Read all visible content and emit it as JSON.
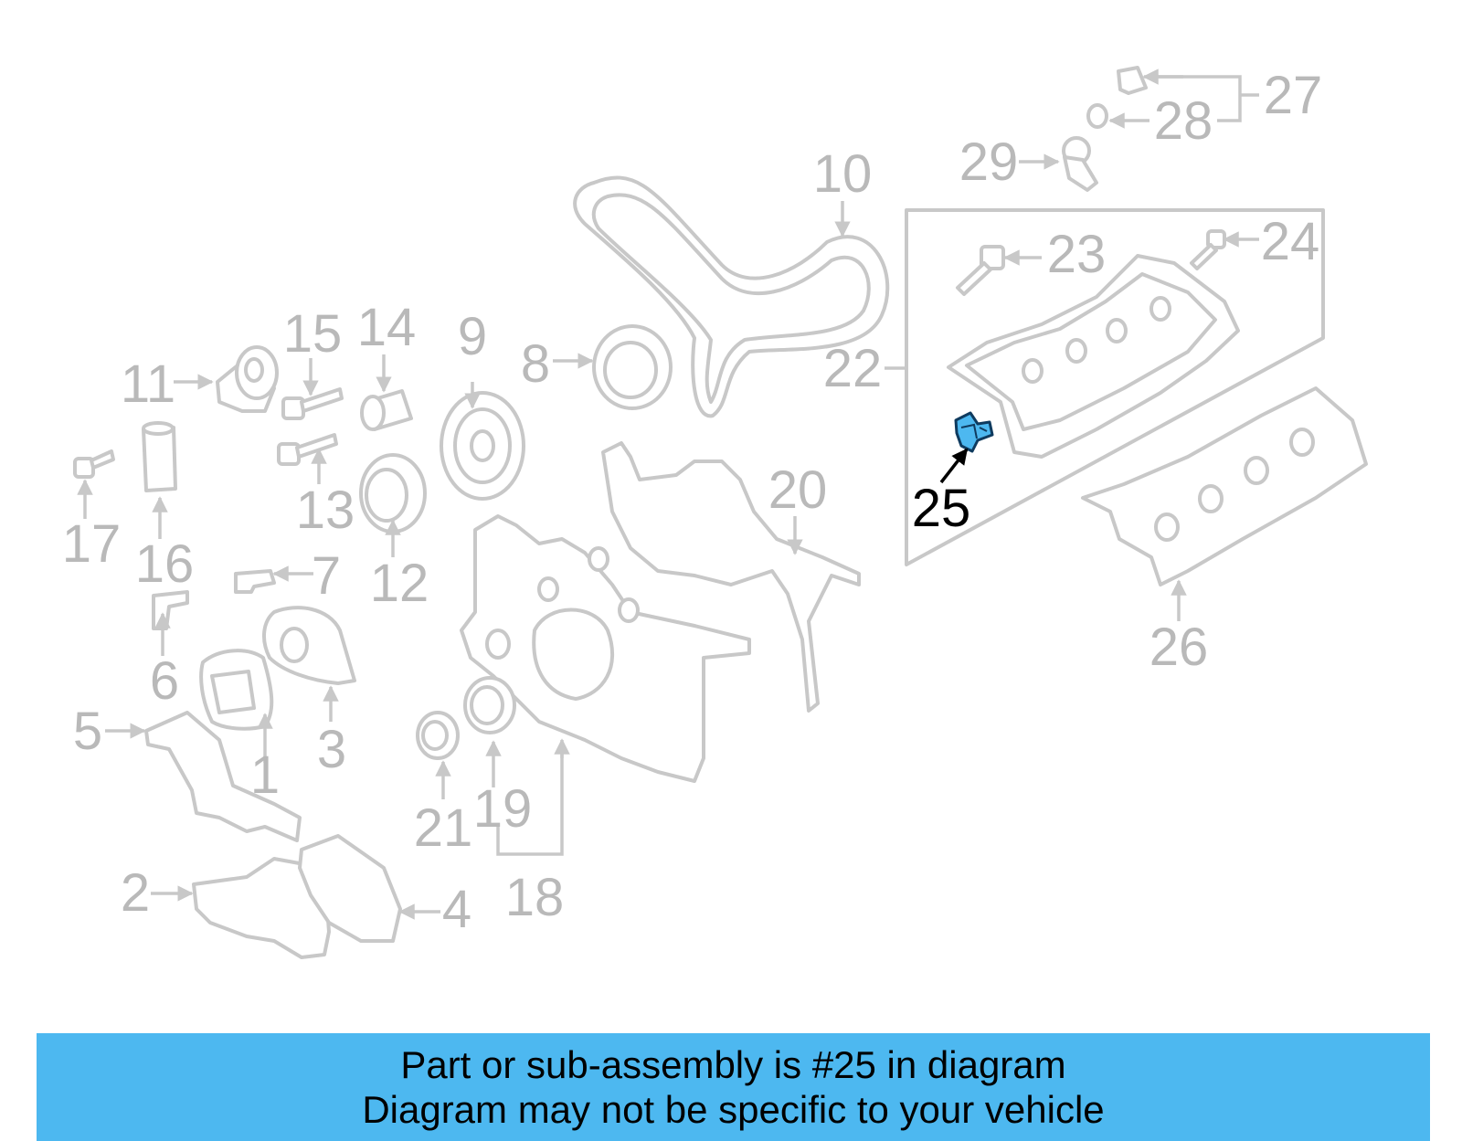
{
  "highlight_color": "#4db8f0",
  "callouts": [
    "1",
    "2",
    "3",
    "4",
    "5",
    "6",
    "7",
    "8",
    "9",
    "10",
    "11",
    "12",
    "13",
    "14",
    "15",
    "16",
    "17",
    "18",
    "19",
    "20",
    "21",
    "22",
    "23",
    "24",
    "25",
    "26",
    "27",
    "28",
    "29"
  ],
  "highlighted_part": "25",
  "banner": {
    "line1": "Part or sub-assembly is #25 in diagram",
    "line2": "Diagram may not be specific to your vehicle"
  }
}
